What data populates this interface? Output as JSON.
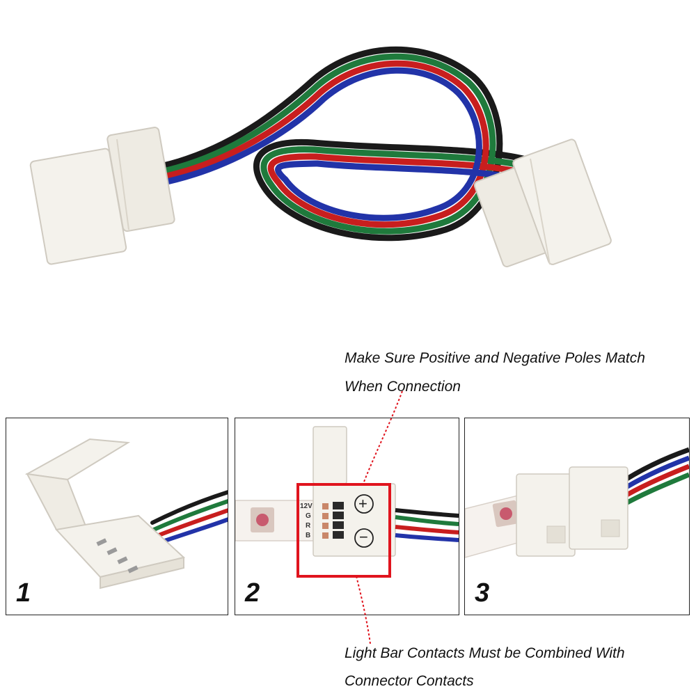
{
  "product": {
    "alt": "RGB 4-pin LED strip connector cable"
  },
  "callouts": {
    "top_line1": "Make Sure Positive and Negative Poles Match",
    "top_line2": "When Connection",
    "bottom_line1": "Light Bar Contacts Must be Combined With",
    "bottom_line2": "Connector Contacts"
  },
  "panels": [
    {
      "number": "1"
    },
    {
      "number": "2",
      "pin_labels": [
        "12V",
        "G",
        "R",
        "B"
      ],
      "plus": "+",
      "minus": "−"
    },
    {
      "number": "3"
    }
  ],
  "colors": {
    "wire_black": "#1a1a1a",
    "wire_green": "#1f7a3c",
    "wire_red": "#c81e1e",
    "wire_blue": "#2233a8",
    "connector": "#f4f2ec",
    "highlight_box": "#e0141e",
    "dotted_line": "#e0141e"
  }
}
